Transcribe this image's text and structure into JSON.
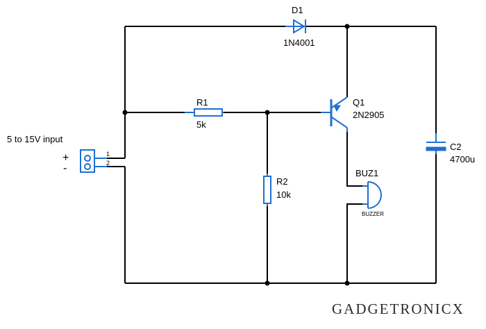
{
  "diagram": {
    "input": {
      "text": "5 to 15V input",
      "plus": "+",
      "minus": "-",
      "pin1": "1",
      "pin2": "2"
    },
    "d1": {
      "ref": "D1",
      "value": "1N4001"
    },
    "r1": {
      "ref": "R1",
      "value": "5k"
    },
    "r2": {
      "ref": "R2",
      "value": "10k"
    },
    "q1": {
      "ref": "Q1",
      "value": "2N2905"
    },
    "buz1": {
      "ref": "BUZ1",
      "value": "BUZZER"
    },
    "c2": {
      "ref": "C2",
      "value": "4700u"
    }
  },
  "brand": {
    "logo_text": "GADGETRONICX"
  },
  "colors": {
    "wire": "#000000",
    "component": "#1f6fd1",
    "brand": "#2b2b2b"
  }
}
